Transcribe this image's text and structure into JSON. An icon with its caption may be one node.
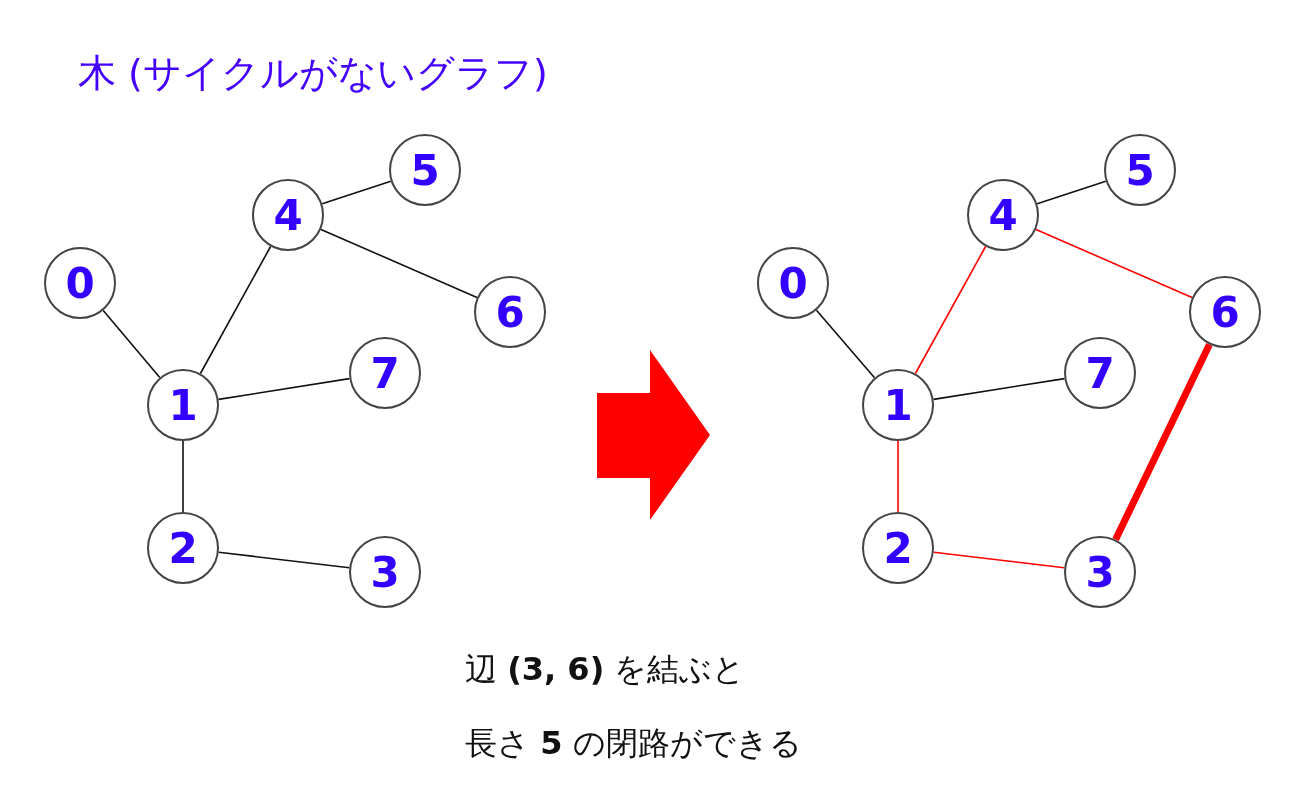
{
  "diagram": {
    "title": "木 (サイクルがないグラフ)",
    "nodes": [
      {
        "text": [
          "0"
        ]
      },
      {
        "text": [
          "1"
        ]
      },
      {
        "text": [
          "2"
        ]
      },
      {
        "text": [
          "3"
        ]
      },
      {
        "text": [
          "4"
        ]
      },
      {
        "text": [
          "5"
        ]
      },
      {
        "text": [
          "6"
        ]
      },
      {
        "text": [
          "7"
        ]
      },
      {
        "text": [
          "0"
        ]
      },
      {
        "text": [
          "1"
        ]
      },
      {
        "text": [
          "2"
        ]
      },
      {
        "text": [
          "3"
        ]
      },
      {
        "text": [
          "4"
        ]
      },
      {
        "text": [
          "5"
        ]
      },
      {
        "text": [
          "6"
        ]
      },
      {
        "text": [
          "7"
        ]
      }
    ],
    "edges": [
      {
        "from": 0,
        "to": 1,
        "arrow": "none"
      },
      {
        "from": 1,
        "to": 4,
        "arrow": "none"
      },
      {
        "from": 4,
        "to": 5,
        "arrow": "none"
      },
      {
        "from": 4,
        "to": 6,
        "arrow": "none"
      },
      {
        "from": 1,
        "to": 7,
        "arrow": "none"
      },
      {
        "from": 1,
        "to": 2,
        "arrow": "none"
      },
      {
        "from": 2,
        "to": 3,
        "arrow": "none"
      },
      {
        "from": 8,
        "to": 9,
        "arrow": "none"
      },
      {
        "from": 9,
        "to": 12,
        "arrow": "none",
        "color": "#ff0000"
      },
      {
        "from": 12,
        "to": 13,
        "arrow": "none"
      },
      {
        "from": 12,
        "to": 14,
        "arrow": "none",
        "color": "#ff0000"
      },
      {
        "from": 9,
        "to": 15,
        "arrow": "none"
      },
      {
        "from": 9,
        "to": 10,
        "arrow": "none",
        "color": "#ff0000"
      },
      {
        "from": 10,
        "to": 11,
        "arrow": "none",
        "color": "#ff0000"
      },
      {
        "from": 11,
        "to": 14,
        "arrow": "none",
        "style": "thick",
        "color": "#ff0000"
      }
    ],
    "labels": [
      "辺 **(3, 6)** を結ぶと",
      "長さ **5** の閉路ができる"
    ]
  }
}
